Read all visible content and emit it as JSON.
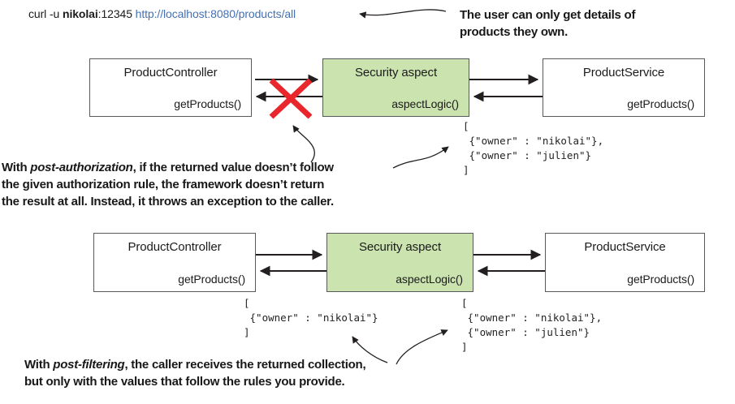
{
  "figure": {
    "curl_command": {
      "prefix": "curl -u ",
      "username": "nikolai",
      "password_part": ":12345 ",
      "url": "http://localhost:8080/products/all"
    },
    "callout_top": {
      "line1": "The user can only get details of",
      "line2": "products they own."
    },
    "callout_post_authorization": {
      "intro": "With ",
      "term": "post-authorization",
      "line1_rest": ", if the returned value doesn’t follow",
      "line2": "the given authorization rule, the framework doesn’t return",
      "line3": "the result at all. Instead, it throws an exception to the caller."
    },
    "callout_post_filtering": {
      "intro": "With ",
      "term": "post-filtering",
      "line1_rest": ", the caller receives the returned collection,",
      "line2": "but only with the values that follow the rules you provide."
    },
    "post_authorization_flow": {
      "controller": {
        "title": "ProductController",
        "method": "getProducts()"
      },
      "aspect": {
        "title": "Security aspect",
        "method": "aspectLogic()"
      },
      "service": {
        "title": "ProductService",
        "method": "getProducts()"
      },
      "returned_collection": {
        "l0": "[",
        "l1": " {\"owner\" : \"nikolai\"},",
        "l2": " {\"owner\" : \"julien\"}",
        "l3": "]"
      }
    },
    "post_filtering_flow": {
      "controller": {
        "title": "ProductController",
        "method": "getProducts()"
      },
      "aspect": {
        "title": "Security aspect",
        "method": "aspectLogic()"
      },
      "service": {
        "title": "ProductService",
        "method": "getProducts()"
      },
      "filtered_collection": {
        "l0": "[",
        "l1": " {\"owner\" : \"nikolai\"}",
        "l2": "]"
      },
      "returned_collection": {
        "l0": "[",
        "l1": " {\"owner\" : \"nikolai\"},",
        "l2": " {\"owner\" : \"julien\"}",
        "l3": "]"
      }
    },
    "colors": {
      "aspect_fill": "#cbe3af",
      "denied_x": "#e8262b",
      "url_blue": "#4470b4",
      "box_border": "#58595b",
      "arrow": "#231f20"
    }
  }
}
